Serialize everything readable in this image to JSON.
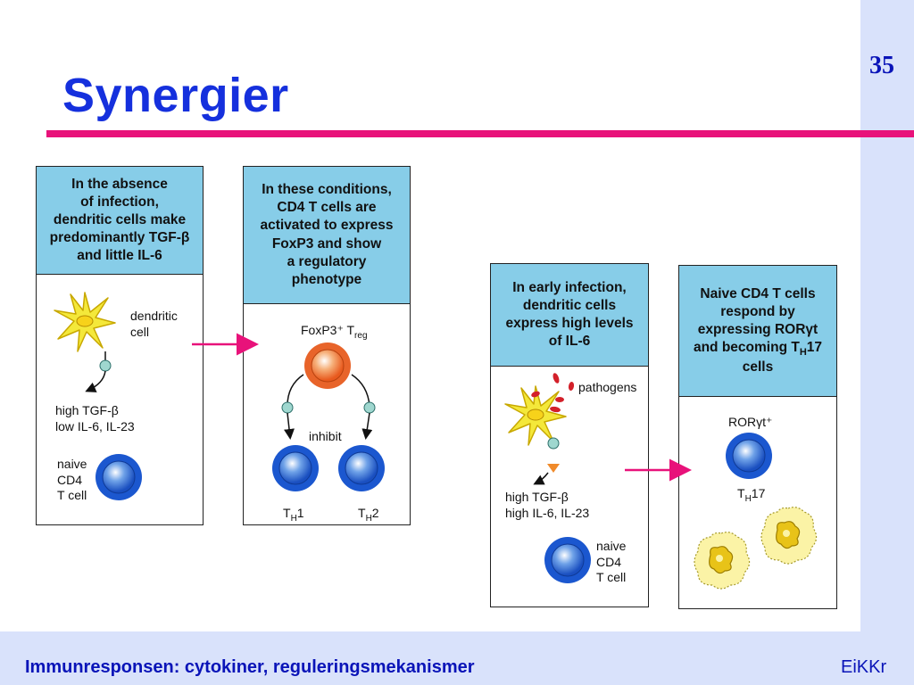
{
  "slide": {
    "title": "Synergier",
    "page_number": "35",
    "footer_title": "Immunresponsen: cytokiner, reguleringsmekanismer",
    "footer_org": "EiKKr",
    "accent_color": "#e8127a",
    "title_color": "#1530dd",
    "footer_bg": "#d9e2fb"
  },
  "panels": {
    "p1": {
      "header": "In the absence\nof infection,\ndendritic cells make\npredominantly TGF-β\nand little IL-6",
      "dendritic_label": "dendritic\ncell",
      "cytokine_label": "high TGF-β\nlow IL-6, IL-23",
      "tcell_label": "naive\nCD4\nT cell"
    },
    "p2": {
      "header": "In these conditions,\nCD4 T cells are\nactivated to express\nFoxP3 and show\na regulatory\nphenotype",
      "treg_label": "FoxP3⁺ T",
      "treg_sub": "reg",
      "inhibit_label": "inhibit",
      "th1_label": "T",
      "th1_sub": "H",
      "th1_suffix": "1",
      "th2_label": "T",
      "th2_sub": "H",
      "th2_suffix": "2"
    },
    "p3": {
      "header": "In early infection,\ndendritic cells\nexpress high levels\nof IL-6",
      "pathogens_label": "pathogens",
      "cytokine_label": "high TGF-β\nhigh IL-6, IL-23",
      "tcell_label": "naive\nCD4\nT cell"
    },
    "p4": {
      "header": "Naive CD4 T cells\nrespond by\nexpressing RORγt\nand becoming T",
      "header_sub": "H",
      "header_suffix": "17\ncells",
      "ror_label": "RORγt⁺",
      "th17_label": "T",
      "th17_sub": "H",
      "th17_suffix": "17"
    }
  },
  "icons": [
    "dendritic-cell-icon",
    "t-cell-icon",
    "treg-cell-icon",
    "neutrophil-icon",
    "pathogen-icon",
    "arrow-icon"
  ]
}
